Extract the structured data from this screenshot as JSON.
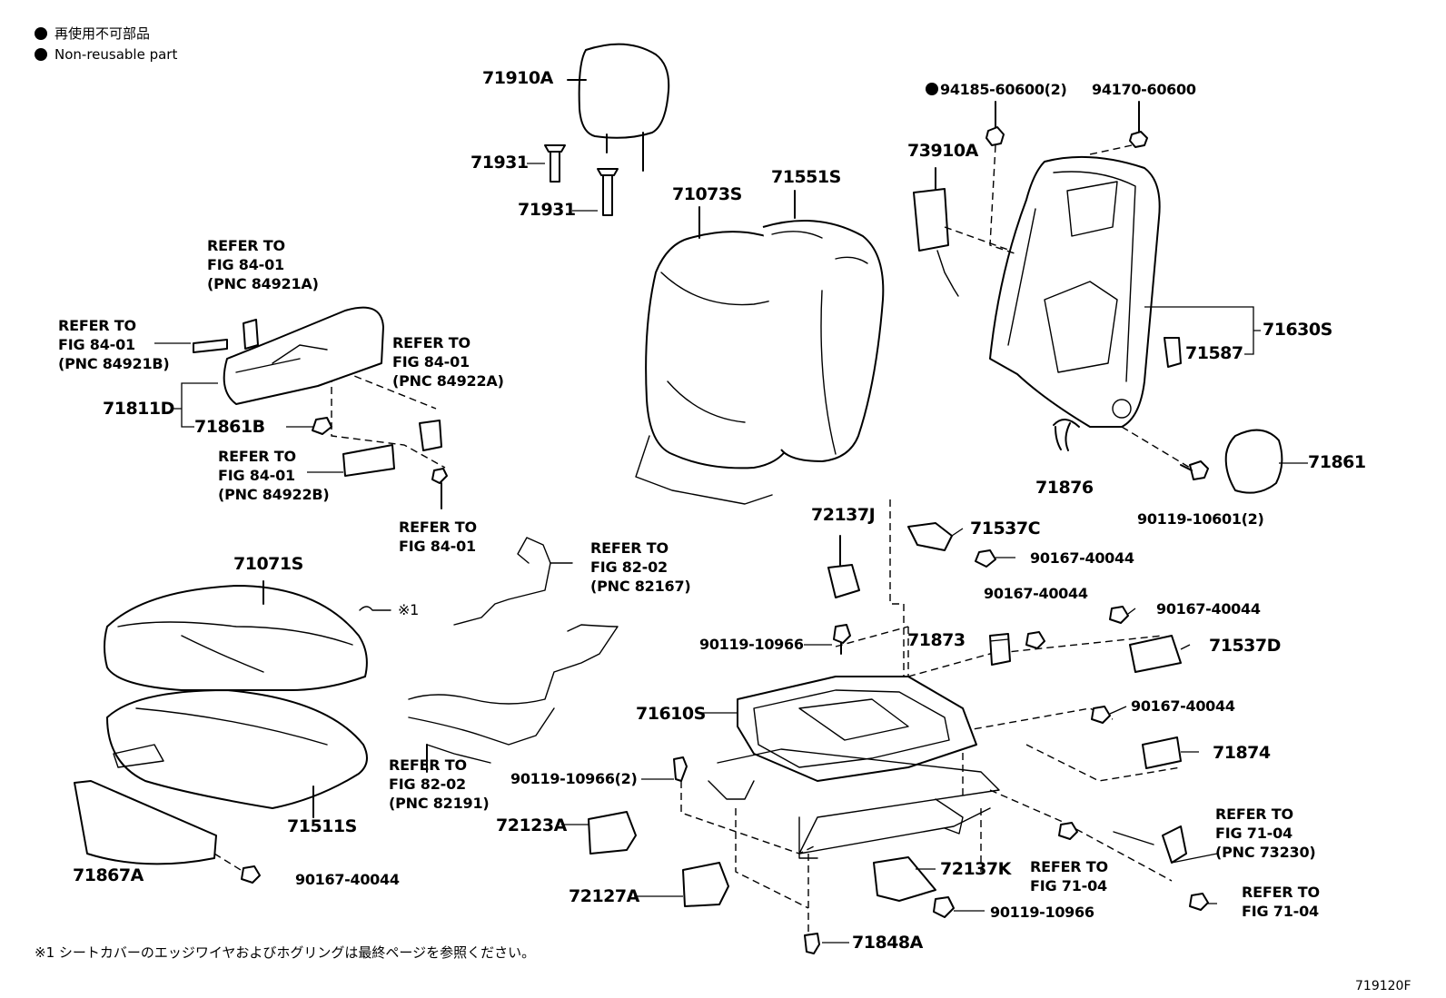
{
  "legend": {
    "line_ja": "再使用不可部品",
    "line_en": "Non-reusable part"
  },
  "parts": {
    "p71910A": "71910A",
    "p71931a": "71931",
    "p71931b": "71931",
    "p71073S": "71073S",
    "p71551S": "71551S",
    "p73910A": "73910A",
    "p94185": "94185-60600(2)",
    "p94170": "94170-60600",
    "p71630S": "71630S",
    "p71587": "71587",
    "p71876": "71876",
    "p71861": "71861",
    "p90119_10601": "90119-10601(2)",
    "p71811D": "71811D",
    "p71861B": "71861B",
    "p71071S": "71071S",
    "p71511S": "71511S",
    "p71867A": "71867A",
    "p90167_a": "90167-40044",
    "p72137J": "72137J",
    "p71537C": "71537C",
    "p90167_b": "90167-40044",
    "p90167_c": "90167-40044",
    "p90167_d": "90167-40044",
    "p71537D": "71537D",
    "p71873": "71873",
    "p90119_10966a": "90119-10966",
    "p71610S": "71610S",
    "p90167_e": "90167-40044",
    "p71874": "71874",
    "p90119_10966_2": "90119-10966(2)",
    "p72123A": "72123A",
    "p72127A": "72127A",
    "p72137K": "72137K",
    "p90119_10966b": "90119-10966",
    "p71848A": "71848A",
    "note_mark": "※1"
  },
  "refs": {
    "r1": [
      "REFER TO",
      "FIG 84-01",
      "(PNC 84921A)"
    ],
    "r2": [
      "REFER TO",
      "FIG 84-01",
      "(PNC 84921B)"
    ],
    "r3": [
      "REFER TO",
      "FIG 84-01",
      "(PNC 84922A)"
    ],
    "r4": [
      "REFER TO",
      "FIG 84-01",
      "(PNC 84922B)"
    ],
    "r5": [
      "REFER TO",
      "FIG 84-01"
    ],
    "r6": [
      "REFER TO",
      "FIG 82-02",
      "(PNC 82167)"
    ],
    "r7": [
      "REFER TO",
      "FIG 82-02",
      "(PNC 82191)"
    ],
    "r8": [
      "REFER TO",
      "FIG 71-04"
    ],
    "r9": [
      "REFER TO",
      "FIG 71-04",
      "(PNC 73230)"
    ],
    "r10": [
      "REFER TO",
      "FIG 71-04"
    ]
  },
  "footnote": "※1 シートカバーのエッジワイヤおよびホグリングは最終ページを参照ください。",
  "figure_code": "719120F"
}
